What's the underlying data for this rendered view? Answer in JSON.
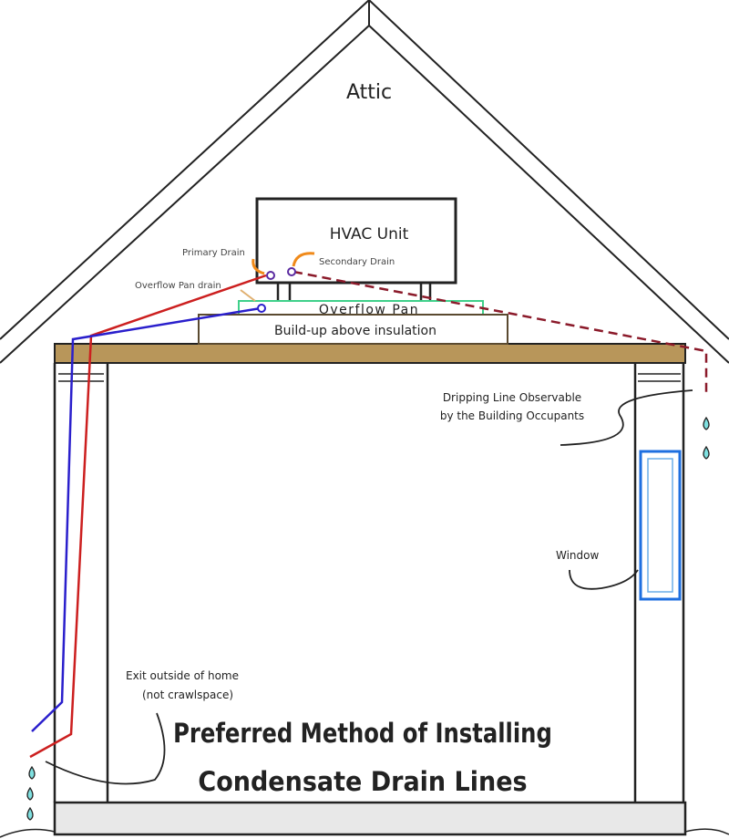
{
  "labels": {
    "attic": "Attic",
    "hvac_unit": "HVAC Unit",
    "primary_drain": "Primary Drain",
    "secondary_drain": "Secondary Drain",
    "overflow_pan_drain": "Overflow Pan drain",
    "overflow_pan": "Overflow Pan",
    "buildup": "Build-up above insulation",
    "dripping_line_1": "Dripping Line Observable",
    "dripping_line_2": "by the Building Occupants",
    "window": "Window",
    "exit_1": "Exit outside of home",
    "exit_2": "(not crawlspace)",
    "title_1": "Preferred Method of Installing",
    "title_2": "Condensate Drain Lines"
  },
  "colors": {
    "primary_line": "#cc1f1f",
    "overflow_line": "#2a1fcc",
    "secondary_line": "#8b1a2a",
    "beam": "#b8965a",
    "pan": "#3fd08a",
    "window": "#1e6fe0",
    "drops": "#7fe0e0",
    "arrow": "#f08a1a"
  }
}
